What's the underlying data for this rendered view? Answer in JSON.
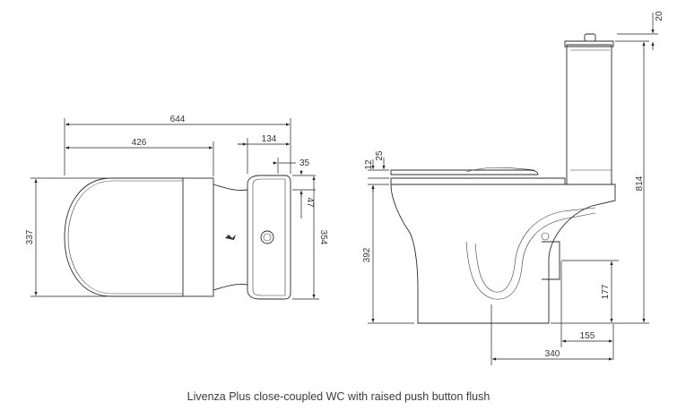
{
  "caption": "Livenza Plus close-coupled WC with raised push button flush",
  "dimensions": {
    "overall_length": "644",
    "pan_length": "426",
    "cistern_depth": "134",
    "button_offset": "35",
    "button_center": "47",
    "seat_width": "337",
    "cistern_width": "354",
    "button_height": "20",
    "seat_thickness": "12",
    "seat_gap": "25",
    "overall_height": "814",
    "pan_height": "392",
    "outlet_height": "177",
    "outlet_set_back": "155",
    "footprint_depth": "340"
  }
}
